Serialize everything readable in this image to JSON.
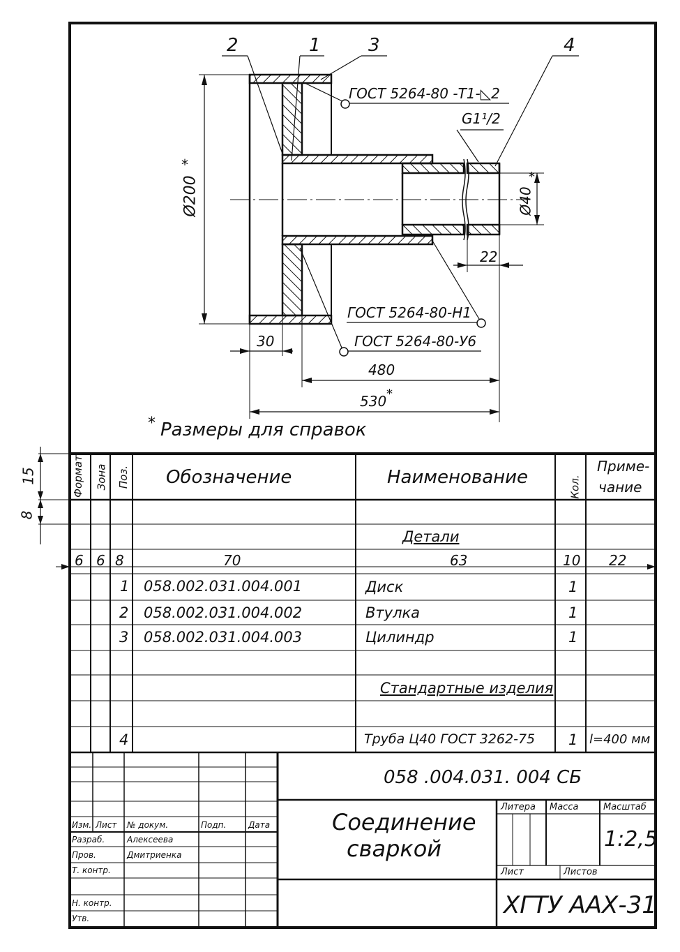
{
  "drawing": {
    "positions": [
      "1",
      "2",
      "3",
      "4"
    ],
    "weld_top": "ГОСТ 5264-80 -Т1-◺2",
    "thread": "G1¹/2",
    "weld_mid": "ГОСТ 5264-80-Н1",
    "weld_bot": "ГОСТ 5264-80-У6",
    "dim_diameter_outer": "Ø200",
    "dim_diameter_inner": "Ø40",
    "asterisk": "*",
    "dim_thickness": "30",
    "dim_length_inner": "480",
    "dim_length_total": "530",
    "dim_thread_length": "22",
    "note": "Размеры для справок"
  },
  "left_dims": {
    "header_height": "15",
    "row_height": "8"
  },
  "spec_table": {
    "headers": {
      "format": "Формат",
      "zone": "Зона",
      "pos": "Поз.",
      "designation": "Обозначение",
      "name": "Наименование",
      "qty": "Кол.",
      "note_line1": "Приме-",
      "note_line2": "чание"
    },
    "col_widths": {
      "format": "6",
      "zone": "6",
      "pos": "8",
      "designation": "70",
      "name": "63",
      "qty": "10",
      "note": "22"
    },
    "section_details": "Детали",
    "section_standard": "Стандартные изделия",
    "rows": [
      {
        "pos": "1",
        "designation": "058.002.031.004.001",
        "name": "Диск",
        "qty": "1",
        "note": ""
      },
      {
        "pos": "2",
        "designation": "058.002.031.004.002",
        "name": "Втулка",
        "qty": "1",
        "note": ""
      },
      {
        "pos": "3",
        "designation": "058.002.031.004.003",
        "name": "Цилиндр",
        "qty": "1",
        "note": ""
      },
      {
        "pos": "4",
        "designation": "",
        "name": "Труба Ц40 ГОСТ  3262-75",
        "qty": "1",
        "note": "l=400 мм"
      }
    ]
  },
  "title_block": {
    "doc_code": "058 .004.031. 004  СБ",
    "title_line1": "Соединение",
    "title_line2": "сваркой",
    "litera": "Литера",
    "mass": "Масса",
    "scale_label": "Масштаб",
    "scale": "1:2,5",
    "sheet": "Лист",
    "sheets": "Листов",
    "org": "ХГТУ ААХ-31",
    "cols": {
      "izm": "Изм.",
      "list": "Лист",
      "doc": "№ докум.",
      "sign": "Подп.",
      "date": "Дата"
    },
    "roles": [
      {
        "role": "Разраб.",
        "name": "Алексеева"
      },
      {
        "role": "Пров.",
        "name": "Дмитриенка"
      },
      {
        "role": "Т. контр.",
        "name": ""
      },
      {
        "role": "",
        "name": ""
      },
      {
        "role": "Н. контр.",
        "name": ""
      },
      {
        "role": "Утв.",
        "name": ""
      }
    ]
  }
}
